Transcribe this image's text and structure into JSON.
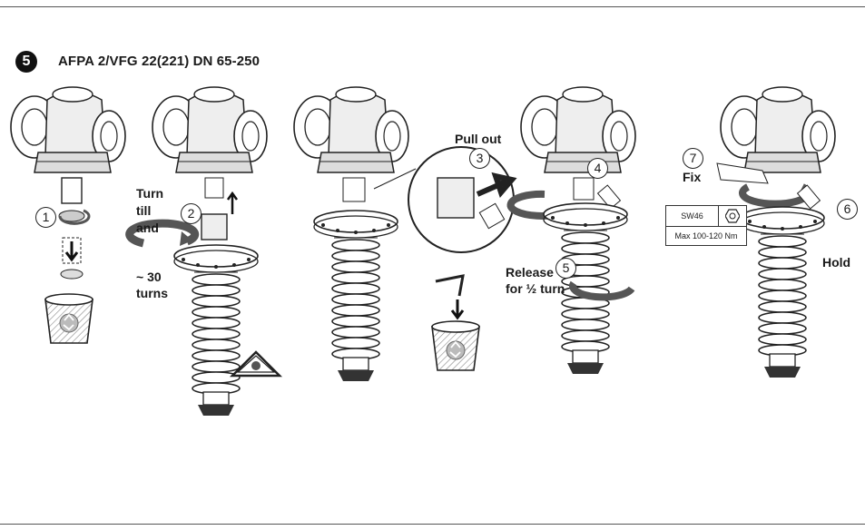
{
  "header": {
    "step_number": "5",
    "title": "AFPA 2/VFG 22(221) DN 65-250"
  },
  "steps": [
    {
      "number": "1"
    },
    {
      "number": "2",
      "label_lines": [
        "Turn",
        "till",
        "and"
      ],
      "label_turns": [
        "~ 30",
        "turns"
      ]
    },
    {
      "number": "3",
      "label": "Pull out"
    },
    {
      "number": "4"
    },
    {
      "number": "5",
      "label_lines": [
        "Release",
        "for ½ turn"
      ]
    },
    {
      "number": "6",
      "label": "Hold"
    },
    {
      "number": "7",
      "label": "Fix"
    }
  ],
  "spec": {
    "wrench_size": "SW46",
    "torque": "Max 100-120 Nm",
    "icon": "hex-nut-icon"
  },
  "icons": [
    "recycle-bin-icon",
    "warning-triangle-icon",
    "rotate-arrow-icon",
    "pull-arrow-icon",
    "down-arrow-icon"
  ]
}
